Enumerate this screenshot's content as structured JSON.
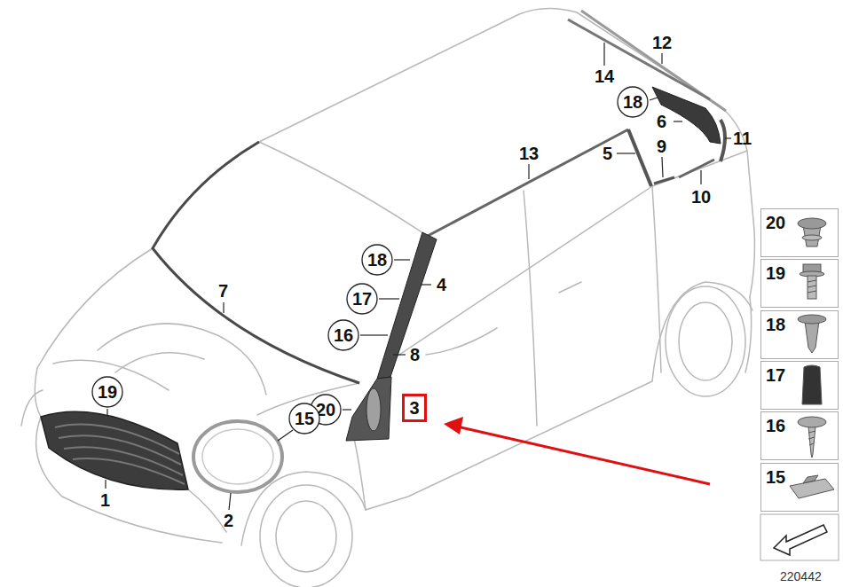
{
  "diagram": {
    "nodes": [
      {
        "text": [
          "18"
        ]
      },
      {
        "text": [
          "20"
        ]
      },
      {
        "text": [
          "18"
        ]
      },
      {
        "text": [
          "19"
        ]
      },
      {
        "text": [
          "17"
        ]
      },
      {
        "text": [
          "18"
        ]
      },
      {
        "text": [
          "16"
        ]
      },
      {
        "text": [
          "19"
        ]
      },
      {
        "text": [
          "3"
        ]
      },
      {
        "text": [
          "20"
        ]
      },
      {
        "text": [
          "15"
        ]
      },
      {
        "text": [
          "17"
        ]
      },
      {
        "text": [
          "16"
        ]
      },
      {
        "text": [
          "15"
        ]
      }
    ],
    "labels": [
      "12",
      "14",
      "6",
      "11",
      "13",
      "5",
      "9",
      "10",
      "4",
      "7",
      "8",
      "1",
      "2",
      "220442"
    ]
  }
}
